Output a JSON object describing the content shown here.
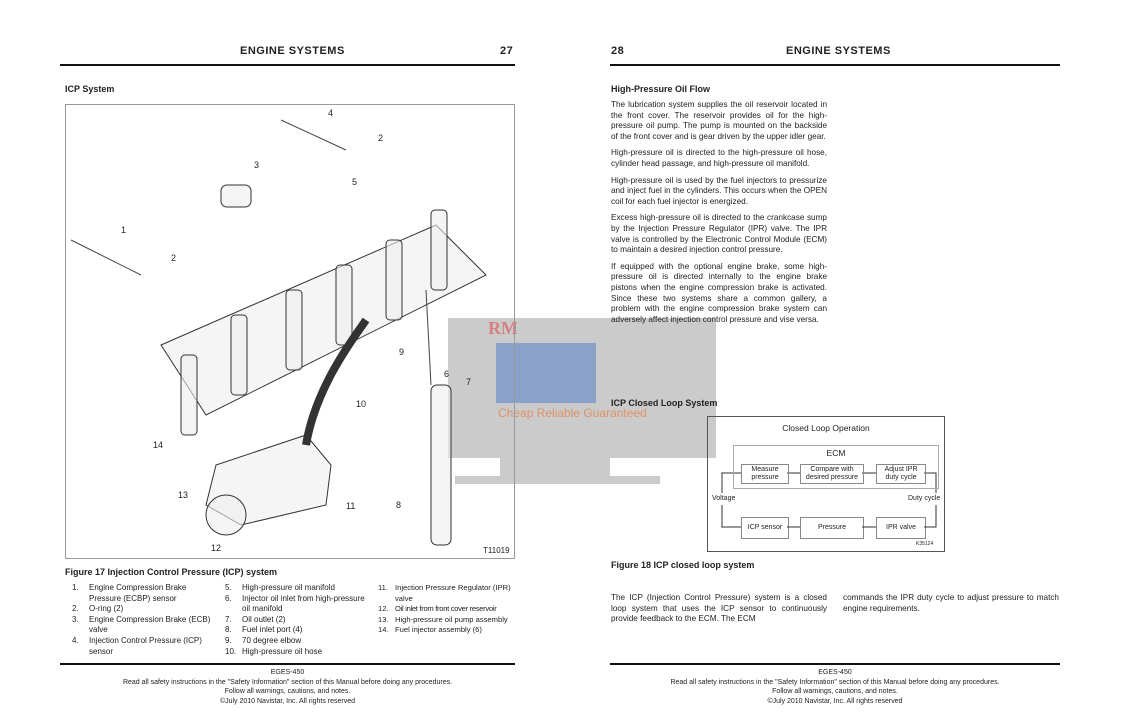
{
  "left": {
    "header": "ENGINE SYSTEMS",
    "page": "27",
    "section": "ICP System",
    "figure_id": "T11019",
    "callouts": [
      "1",
      "2",
      "3",
      "4",
      "5",
      "6",
      "7",
      "8",
      "9",
      "10",
      "11",
      "12",
      "13",
      "14",
      "2"
    ],
    "figure_caption": "Figure 17   Injection Control Pressure (ICP) system",
    "legend": [
      {
        "n": "1.",
        "t": "Engine Compression Brake Pressure (ECBP) sensor"
      },
      {
        "n": "2.",
        "t": "O-ring (2)"
      },
      {
        "n": "3.",
        "t": "Engine Compression Brake (ECB) valve"
      },
      {
        "n": "4.",
        "t": "Injection Control Pressure (ICP) sensor"
      },
      {
        "n": "5.",
        "t": "High-pressure oil manifold"
      },
      {
        "n": "6.",
        "t": "Injector oil inlet from high-pressure oil manifold"
      },
      {
        "n": "7.",
        "t": "Oil outlet (2)"
      },
      {
        "n": "8.",
        "t": "Fuel inlet port (4)"
      },
      {
        "n": "9.",
        "t": "70 degree elbow"
      },
      {
        "n": "10.",
        "t": "High-pressure oil hose"
      },
      {
        "n": "11.",
        "t": "Injection Pressure Regulator (IPR) valve"
      },
      {
        "n": "12.",
        "t": "Oil inlet from front cover reservoir"
      },
      {
        "n": "13.",
        "t": "High-pressure oil pump assembly"
      },
      {
        "n": "14.",
        "t": "Fuel injector assembly (6)"
      }
    ]
  },
  "right": {
    "header": "ENGINE SYSTEMS",
    "page": "28",
    "section": "High-Pressure Oil Flow",
    "paragraphs": [
      "The lubrication system supplies the oil reservoir located in the front cover. The reservoir provides oil for the high-pressure oil pump. The pump is mounted on the backside of the front cover and is gear driven by the upper idler gear.",
      "High-pressure oil is directed to the high-pressure oil hose, cylinder head passage, and high-pressure oil manifold.",
      "High-pressure oil is used by the fuel injectors to pressurize and inject fuel in the cylinders. This occurs when the OPEN coil for each fuel injector is energized.",
      "Excess high-pressure oil is directed to the crankcase sump by the Injection Pressure Regulator (IPR) valve. The IPR valve is controlled by the Electronic Control Module (ECM) to maintain a desired injection control pressure.",
      "If equipped with the optional engine brake, some high-pressure oil is directed internally to the engine brake pistons when the engine compression brake is activated. Since these two systems share a common gallery, a problem with the engine compression brake system can adversely affect injection control pressure and vise versa."
    ],
    "section2": "ICP Closed Loop System",
    "diagram": {
      "title": "Closed Loop Operation",
      "ecm": "ECM",
      "measure": "Measure pressure",
      "compare": "Compare with desired pressure",
      "adjust": "Adjust IPR duty cycle",
      "voltage": "Voltage",
      "duty": "Duty cycle",
      "icp": "ICP sensor",
      "pressure": "Pressure",
      "ipr": "IPR valve",
      "id": "K35124"
    },
    "figure_caption": "Figure 18   ICP closed loop system",
    "body_col1": "The ICP (Injection Control Pressure) system is a closed loop system that uses the ICP sensor to continuously provide feedback to the ECM. The ECM",
    "body_col2": "commands the IPR duty cycle to adjust pressure to match engine requirements."
  },
  "footer": {
    "code": "EGES-450",
    "line1": "Read all safety instructions in the \"Safety Information\" section of this Manual before doing any procedures.",
    "line2": "Follow all warnings, cautions, and notes.",
    "line3": "©July 2010 Navistar, Inc.  All rights reserved"
  },
  "watermark": {
    "brand": "RM",
    "tagline": "Cheap Reliable Guaranteed"
  }
}
